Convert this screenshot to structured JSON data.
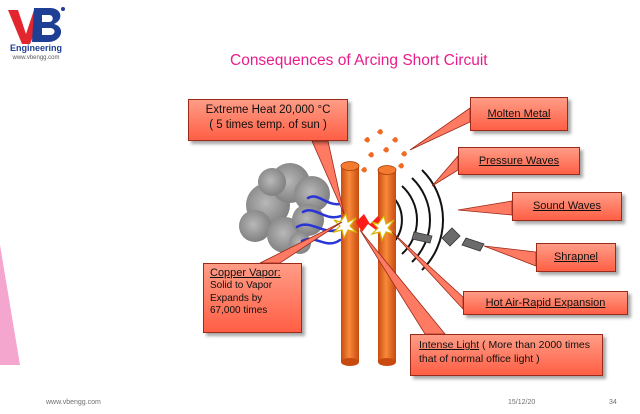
{
  "brand": {
    "caption": "Engineering",
    "url": "www.vbengg.com"
  },
  "title": "Consequences of Arcing Short Circuit",
  "labels": {
    "extreme_heat": "Extreme Heat 20,000 °C",
    "extreme_heat_sub": "( 5 times temp. of sun )",
    "molten_metal": "Molten Metal",
    "pressure_waves": "Pressure Waves",
    "sound_waves": "Sound Waves",
    "shrapnel": "Shrapnel",
    "hot_air": "Hot Air-Rapid Expansion",
    "copper_vapor": "Copper Vapor:",
    "copper_vapor_desc": "Solid to Vapor Expands by 67,000 times",
    "intense_light": "Intense Light",
    "intense_light_desc": " ( More than 2000 times  that of normal office light )"
  },
  "footer": {
    "website": "www.vbengg.com",
    "date": "15/12/20",
    "page": "34"
  },
  "colors": {
    "title": "#e81d8c",
    "label_fill": "#ff7a63",
    "conductor": "#f26a22",
    "vapor_cloud": "#9b9b9b",
    "vapor_lines": "#2a35d6"
  }
}
